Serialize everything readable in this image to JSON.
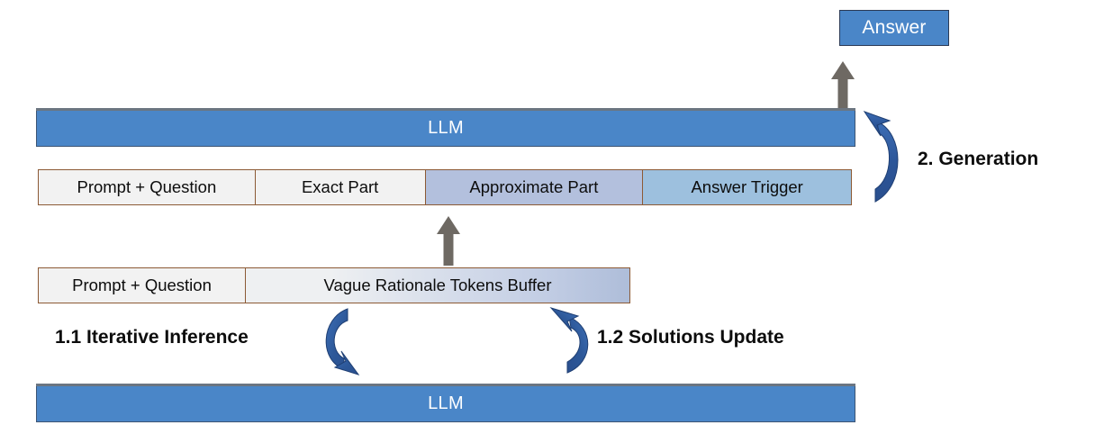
{
  "diagram": {
    "title_hidden": "",
    "answer": {
      "label": "Answer"
    },
    "llm_top": {
      "label": "LLM"
    },
    "llm_bottom": {
      "label": "LLM"
    },
    "generation_row": {
      "cells": [
        {
          "label": "Prompt + Question",
          "fill": "#f2f2f2"
        },
        {
          "label": "Exact Part",
          "fill": "#f2f2f2"
        },
        {
          "label": "Approximate Part",
          "fill": "#b3c0dd"
        },
        {
          "label": "Answer Trigger",
          "fill": "#9dc0de"
        }
      ]
    },
    "buffer_row": {
      "cells": [
        {
          "label": "Prompt + Question",
          "fill": "#f2f2f2"
        },
        {
          "label": "Vague Rationale Tokens Buffer",
          "fill": "gradient #eef0f2 -> #aebdd9"
        }
      ]
    },
    "captions": {
      "generation": "2. Generation",
      "iterative_inference": "1.1 Iterative Inference",
      "solutions_update": "1.2 Solutions Update"
    },
    "arrows": {
      "answer_arrow": "gray-up-arrow",
      "buffer_to_prompt_arrow": "gray-up-arrow",
      "generation_loop": "blue-curved-arrow-up-left",
      "iterative_loop": "blue-curved-arrow-down-right",
      "update_loop": "blue-curved-arrow-up-left"
    },
    "colors": {
      "llm_blue": "#4a86c8",
      "llm_border": "#3d5574",
      "cell_border": "#8c5a35",
      "approximate_blue": "#b3c0dd",
      "trigger_blue": "#9dc0de",
      "gray_arrow": "#6e6963",
      "curved_arrow_blue": "#2e5b9e",
      "text_dark": "#0d0d0d"
    }
  }
}
